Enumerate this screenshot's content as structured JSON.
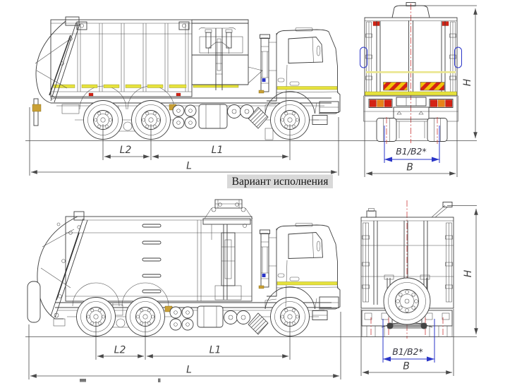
{
  "caption": {
    "text": "Вариант исполнения"
  },
  "dimensions": {
    "overall_length": "L",
    "wheelbase": "L1",
    "bogie_spread": "L2",
    "overall_width": "B",
    "track_width": "B1/B2*",
    "overall_height": "H"
  },
  "colors": {
    "drawing_line": "#3d3d3d",
    "dimension_line": "#4a4a4a",
    "dimension_blue": "#2a35c8",
    "centerline_red": "#cc3a3a",
    "stripe_yellow": "#e6e23c",
    "hazard_yellow": "#f2c40a",
    "hazard_red": "#d42315",
    "tail_light_orange": "#e8831a",
    "detail_tan": "#c9a035",
    "caption_highlight": "#d9d9d9"
  }
}
